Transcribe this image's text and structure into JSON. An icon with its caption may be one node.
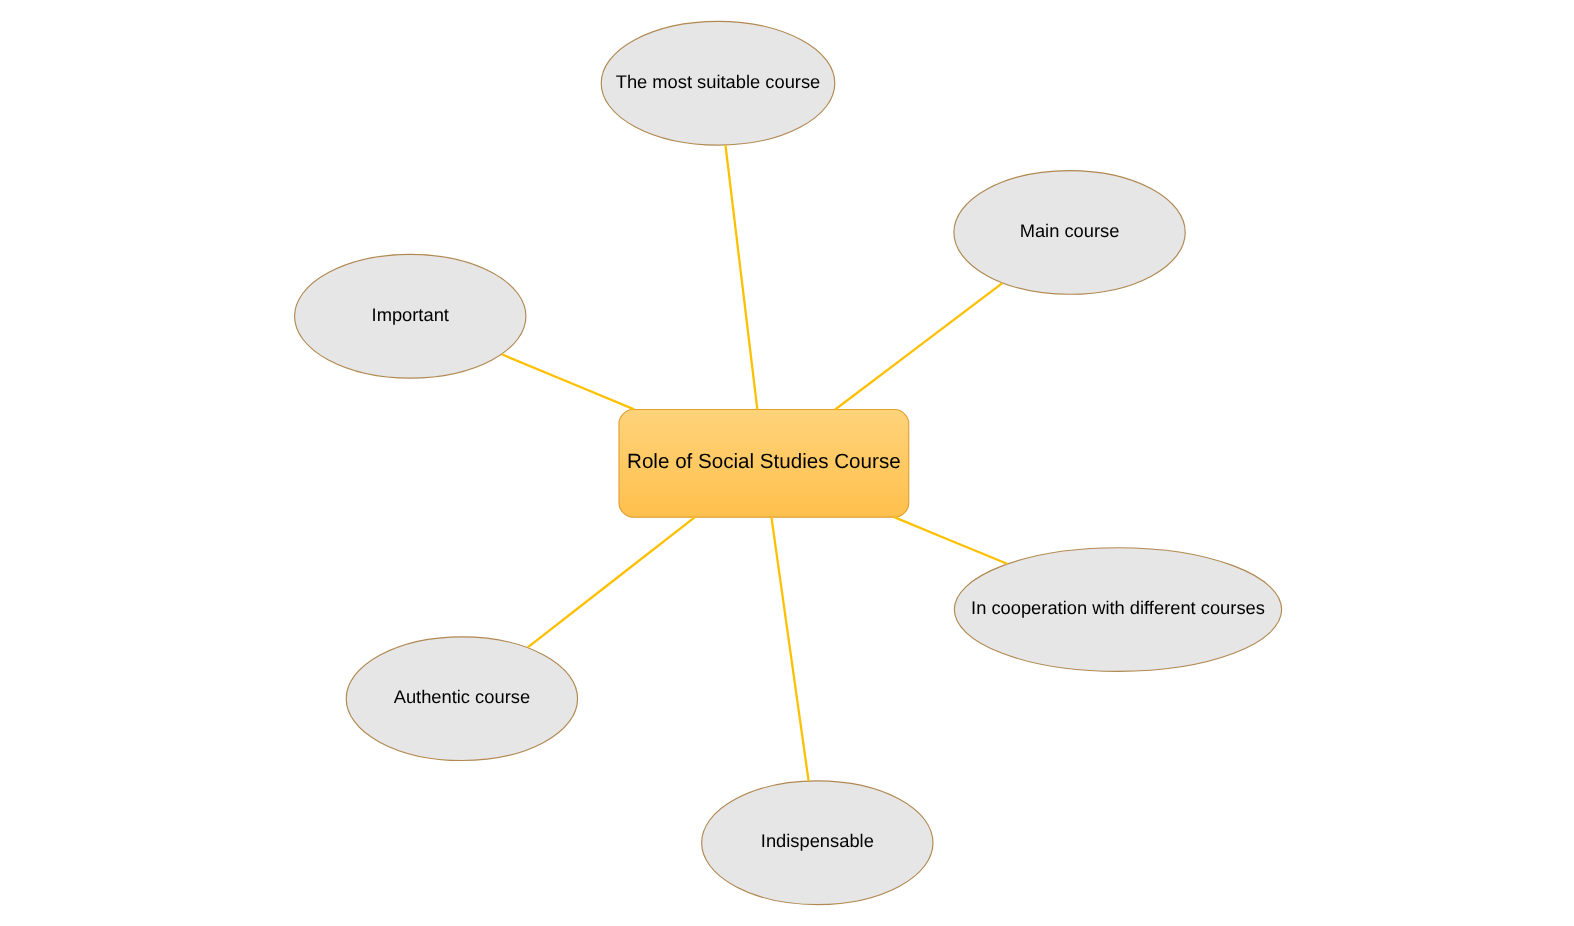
{
  "diagram": {
    "nodes": [
      {
        "text": [
          "Important"
        ]
      },
      {
        "text": [
          "In cooperation with different courses"
        ]
      },
      {
        "text": [
          "Indispensable"
        ]
      },
      {
        "text": [
          "Role of Social Studies Course"
        ]
      },
      {
        "text": [
          "Main course"
        ]
      },
      {
        "text": [
          "The most suitable course"
        ]
      },
      {
        "text": [
          "Authentic course"
        ]
      }
    ],
    "edges": [
      {
        "from": 3,
        "to": 0,
        "arrow": "none"
      },
      {
        "from": 3,
        "to": 1,
        "arrow": "none"
      },
      {
        "from": 3,
        "to": 2,
        "arrow": "none"
      },
      {
        "from": 3,
        "to": 4,
        "arrow": "none"
      },
      {
        "from": 3,
        "to": 5,
        "arrow": "none"
      },
      {
        "from": 3,
        "to": 6,
        "arrow": "none"
      }
    ]
  }
}
